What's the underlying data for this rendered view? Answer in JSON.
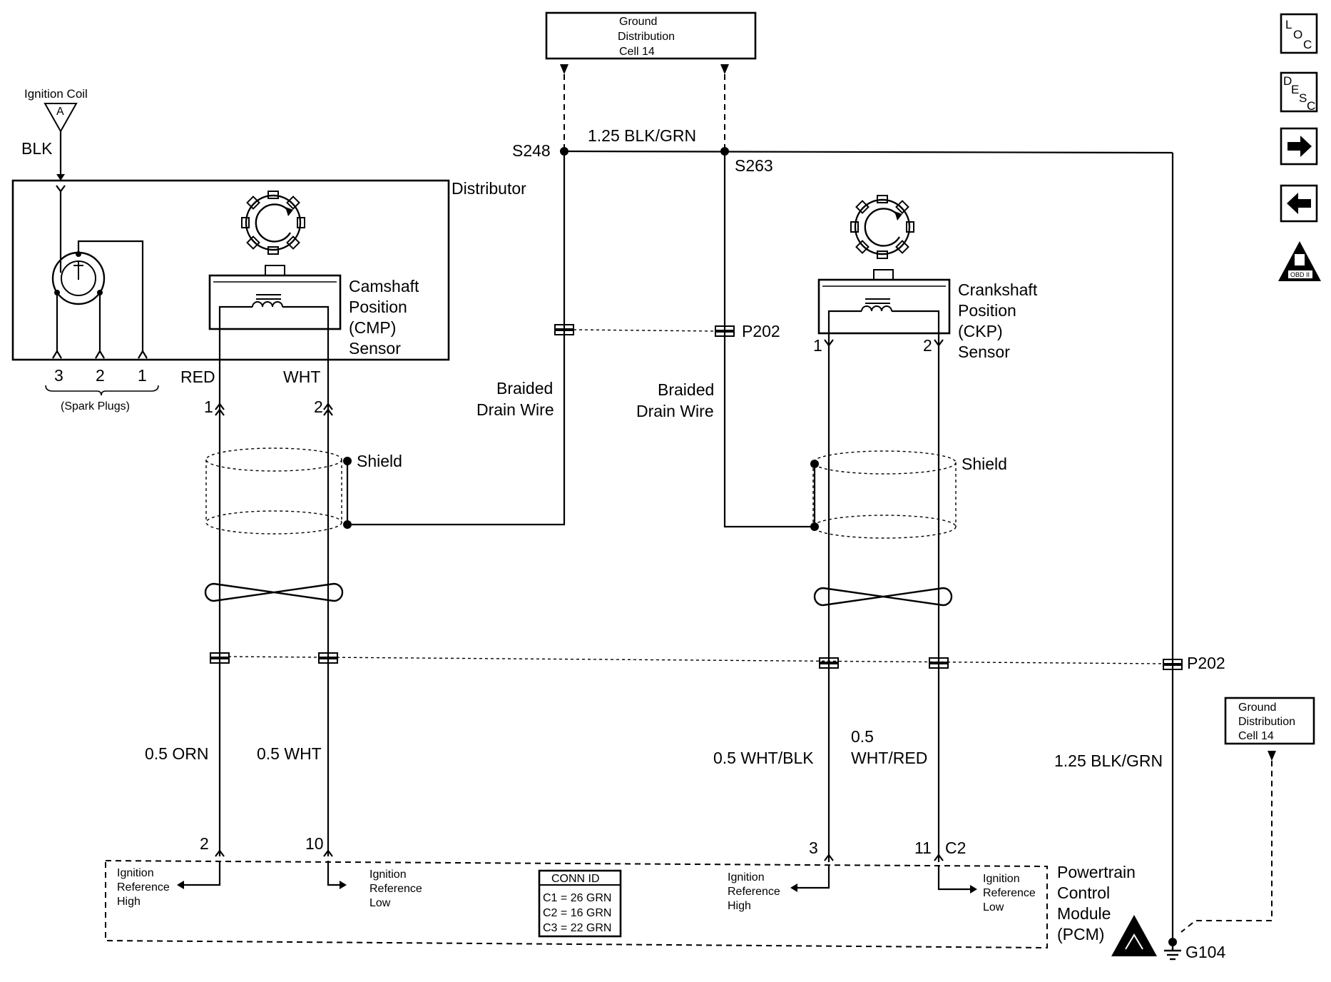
{
  "ground_top": {
    "line1": "Ground",
    "line2": "Distribution",
    "line3": "Cell 14"
  },
  "ground_right": {
    "line1": "Ground",
    "line2": "Distribution",
    "line3": "Cell 14"
  },
  "ignition_coil": {
    "label": "Ignition Coil",
    "terminal": "A",
    "wire": "BLK"
  },
  "distributor": {
    "label": "Distributor",
    "plug_pins": [
      "3",
      "2",
      "1"
    ],
    "plugs_label": "(Spark Plugs)"
  },
  "cmp": {
    "line1": "Camshaft",
    "line2": "Position",
    "line3": "(CMP)",
    "line4": "Sensor",
    "wire_a": "RED",
    "wire_b": "WHT",
    "pin_a": "1",
    "pin_b": "2"
  },
  "ckp": {
    "line1": "Crankshaft",
    "line2": "Position",
    "line3": "(CKP)",
    "line4": "Sensor",
    "pin_a": "1",
    "pin_b": "2"
  },
  "splices": {
    "s248": "S248",
    "s263": "S263",
    "top_wire": "1.25 BLK/GRN"
  },
  "connectors": {
    "p202_top": "P202",
    "p202_mid": "P202",
    "c2": "C2"
  },
  "shield_label": "Shield",
  "drain": {
    "line1": "Braided",
    "line2": "Drain Wire"
  },
  "wires": {
    "orn": "0.5 ORN",
    "wht": "0.5 WHT",
    "wht_blk": "0.5 WHT/BLK",
    "wht_red_size": "0.5",
    "wht_red_color": "WHT/RED",
    "blk_grn": "1.25 BLK/GRN"
  },
  "pcm_pins": {
    "p2": "2",
    "p10": "10",
    "p3": "3",
    "p11": "11"
  },
  "pcm": {
    "line1": "Powertrain",
    "line2": "Control",
    "line3": "Module",
    "line4": "(PCM)",
    "sig": [
      {
        "l1": "Ignition",
        "l2": "Reference",
        "l3": "High"
      },
      {
        "l1": "Ignition",
        "l2": "Reference",
        "l3": "Low"
      },
      {
        "l1": "Ignition",
        "l2": "Reference",
        "l3": "High"
      },
      {
        "l1": "Ignition",
        "l2": "Reference",
        "l3": "Low"
      }
    ]
  },
  "conn_id": {
    "title": "CONN ID",
    "c1": "C1 = 26 GRN",
    "c2": "C2 = 16 GRN",
    "c3": "C3 = 22 GRN"
  },
  "ground_point": "G104",
  "nav": {
    "loc_l": "L",
    "loc_o": "O",
    "loc_c": "C",
    "desc_d": "D",
    "desc_e": "E",
    "desc_s": "S",
    "desc_c": "C",
    "obd": "OBD II"
  },
  "colors": {
    "ink": "#000000",
    "paper": "#ffffff"
  }
}
